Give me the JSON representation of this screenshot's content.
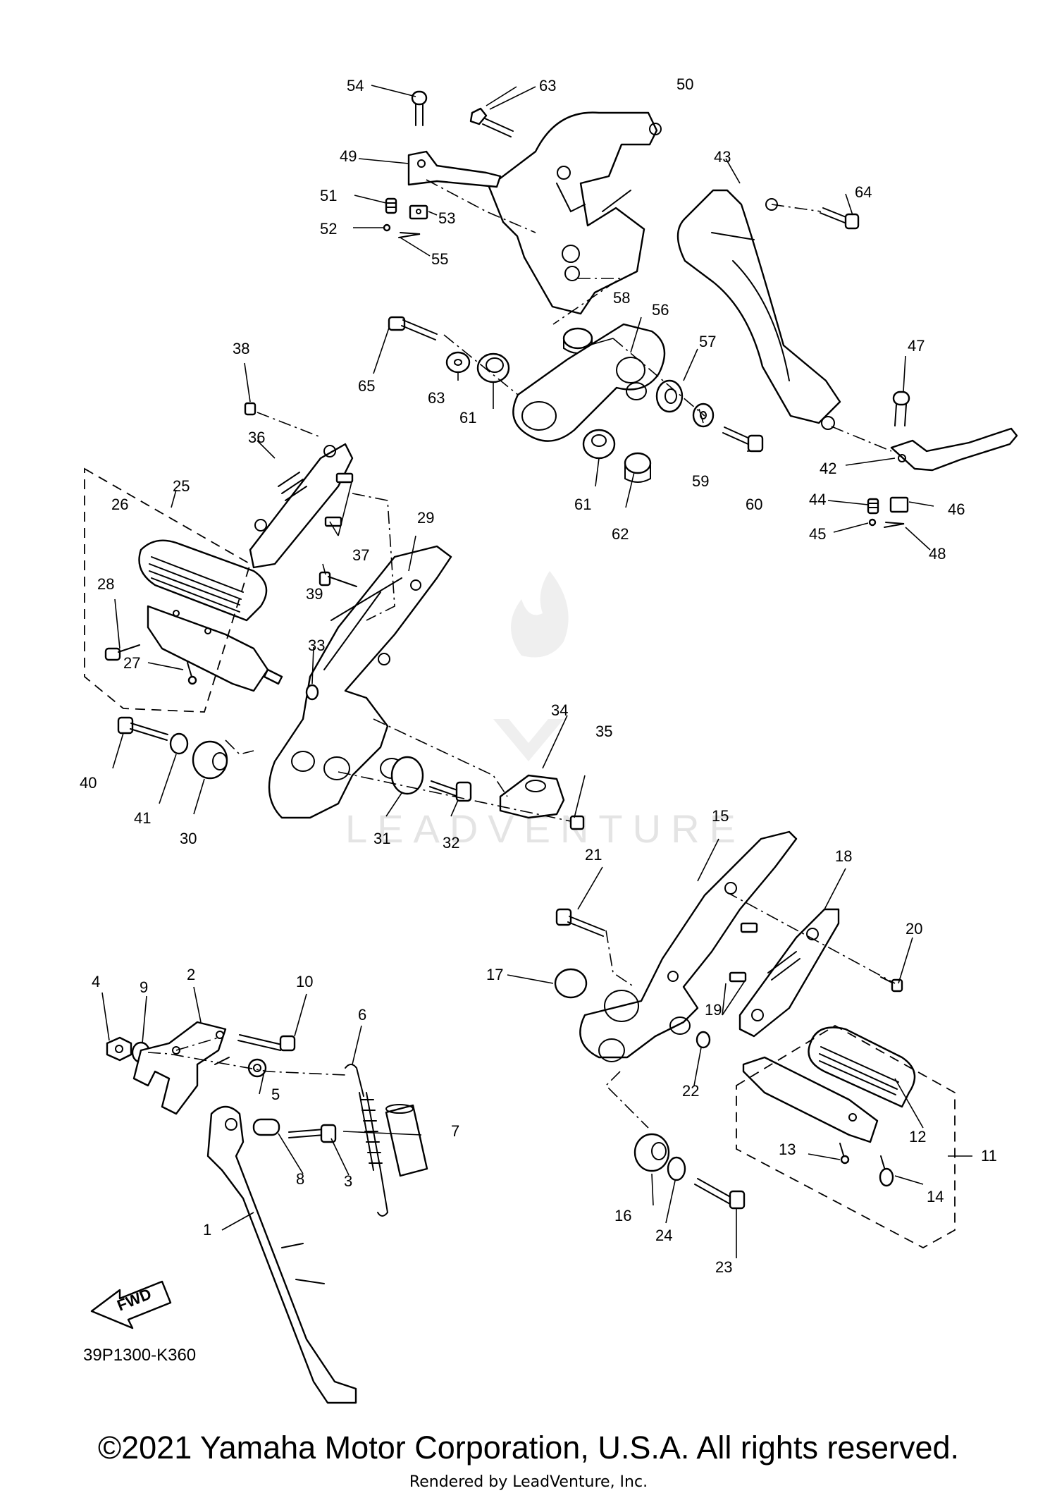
{
  "diagram": {
    "code": "39P1300-K360",
    "fwd_label": "FWD",
    "watermark": "LEADVENTURE",
    "callouts": [
      "1",
      "2",
      "3",
      "4",
      "5",
      "6",
      "7",
      "8",
      "9",
      "10",
      "11",
      "12",
      "13",
      "14",
      "15",
      "16",
      "17",
      "18",
      "19",
      "20",
      "21",
      "22",
      "23",
      "24",
      "25",
      "26",
      "27",
      "28",
      "29",
      "30",
      "31",
      "32",
      "33",
      "34",
      "35",
      "36",
      "37",
      "38",
      "39",
      "40",
      "41",
      "42",
      "43",
      "44",
      "45",
      "46",
      "47",
      "48",
      "49",
      "50",
      "51",
      "52",
      "53",
      "54",
      "55",
      "56",
      "57",
      "58",
      "59",
      "60",
      "61",
      "61",
      "62",
      "63",
      "63",
      "64",
      "65"
    ]
  },
  "footer": {
    "copyright": "©2021 Yamaha Motor Corporation, U.S.A. All rights reserved.",
    "rendered_by": "Rendered by LeadVenture, Inc."
  }
}
